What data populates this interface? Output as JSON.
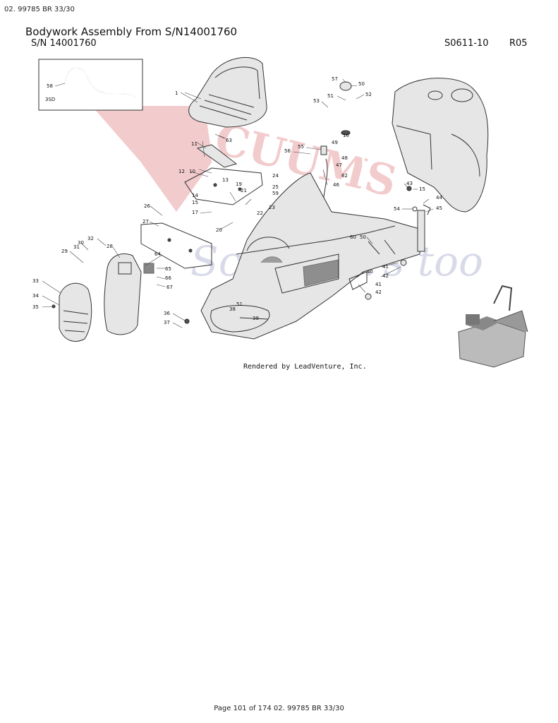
{
  "header": {
    "doc_ref": "02. 99785 BR 33/30",
    "title": "Bodywork Assembly From S/N14001760",
    "serial": "S/N 14001760",
    "drawing_code": "S0611-10",
    "revision": "R05"
  },
  "inset": {
    "label": "3SD",
    "callout": "58"
  },
  "watermark": {
    "text": "VACUUMS R-US AND SCRUBBERS TOO",
    "color_red": "#e8a0a4",
    "color_blue": "#b8bcd8"
  },
  "credit": "Rendered by LeadVenture, Inc.",
  "callouts": {
    "c1": "1",
    "c10": "10",
    "c11": "11",
    "c12": "12",
    "c13": "13",
    "c14": "14",
    "c15": "15",
    "c16": "16",
    "c17": "17",
    "c19": "19",
    "c20": "20",
    "c21": "21",
    "c22": "22",
    "c23": "23",
    "c24": "24",
    "c25": "25",
    "c26": "26",
    "c27": "27",
    "c28": "28",
    "c29": "29",
    "c30": "30",
    "c31": "31",
    "c32": "32",
    "c33": "33",
    "c34": "34",
    "c35": "35",
    "c36": "36",
    "c37": "37",
    "c38": "38",
    "c39": "39",
    "c40": "40",
    "c41a": "41",
    "c41b": "41",
    "c42a": "42",
    "c42b": "42",
    "c43": "43",
    "c15b": "15",
    "c44": "44",
    "c45": "45",
    "c46": "46",
    "c47": "47",
    "c48": "48",
    "c49": "49",
    "c50": "50",
    "c50b": "50",
    "c51": "51",
    "c51b": "51",
    "c52": "52",
    "c53": "53",
    "c54": "54",
    "c55": "55",
    "c56": "56",
    "c57": "57",
    "c59": "59",
    "c60": "60",
    "c62": "62",
    "c63": "63",
    "c64": "64",
    "c65": "65",
    "c66": "66",
    "c67": "67"
  },
  "footer": "Page 101 of 174 02. 99785 BR 33/30"
}
